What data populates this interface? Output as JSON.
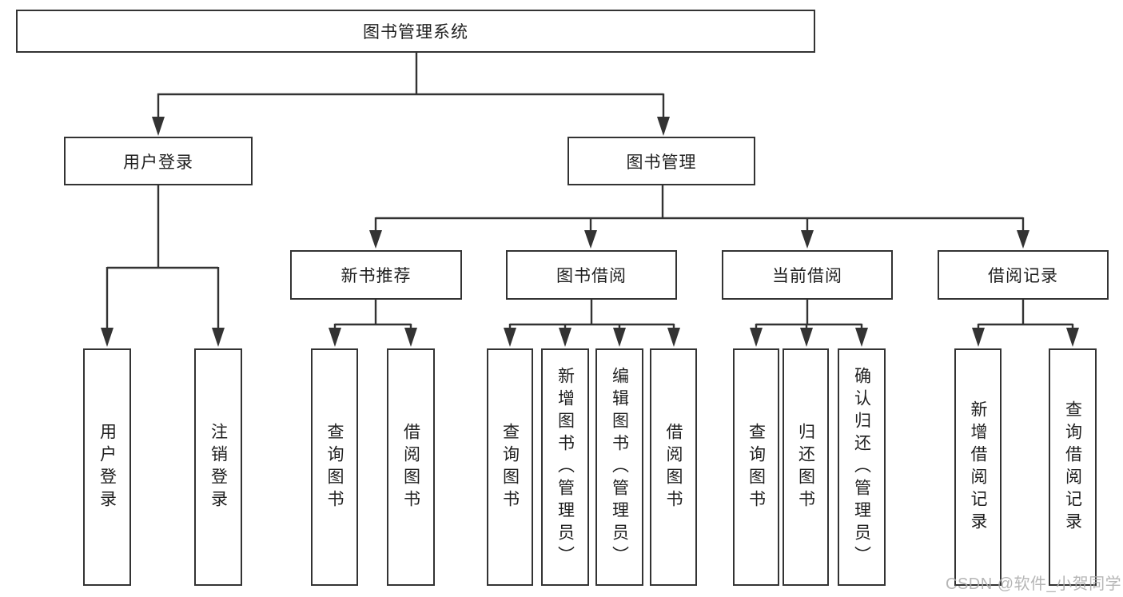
{
  "diagram": {
    "title": "图书管理系统",
    "nodes": {
      "root": "图书管理系统",
      "userLogin": "用户登录",
      "bookManagement": "图书管理",
      "newBookRecommend": "新书推荐",
      "bookBorrow": "图书借阅",
      "currentBorrow": "当前借阅",
      "borrowRecords": "借阅记录",
      "leafUserLogin": "用户登录",
      "leafLogout": "注销登录",
      "leafQueryBooksA": "查询图书",
      "leafBorrowBooksA": "借阅图书",
      "leafQueryBooksB": "查询图书",
      "leafAddBookAdmin": "新增图书（管理员）",
      "leafEditBookAdmin": "编辑图书（管理员）",
      "leafBorrowBooksB": "借阅图书",
      "leafQueryBooksC": "查询图书",
      "leafReturnBooks": "归还图书",
      "leafConfirmReturnAdmin": "确认归还（管理员）",
      "leafAddBorrowRecord": "新增借阅记录",
      "leafQueryBorrowRecord": "查询借阅记录"
    },
    "colors": {
      "line": "#333333",
      "text": "#1f1f1f",
      "background": "#ffffff",
      "watermark": "#acacac"
    }
  },
  "watermark": "CSDN @软件_小贺同学"
}
